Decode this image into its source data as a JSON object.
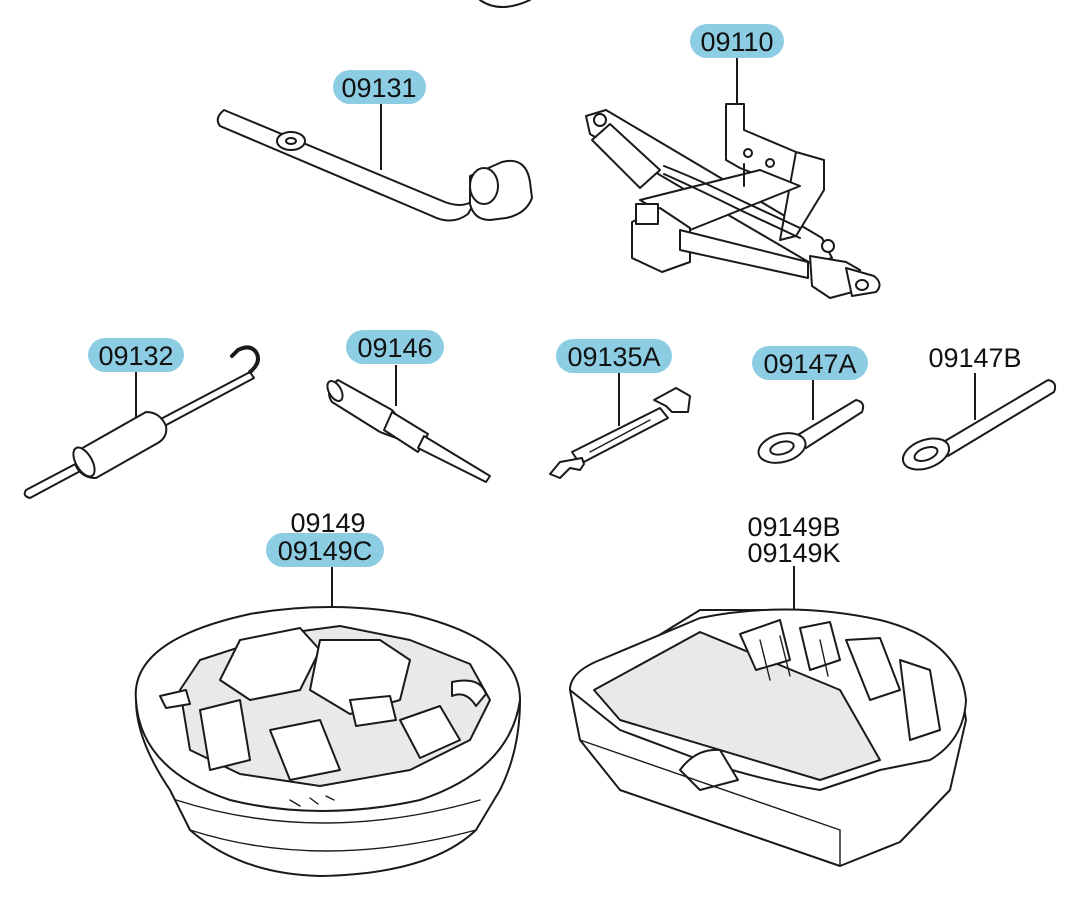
{
  "parts": {
    "p09110": {
      "label": "09110",
      "highlighted": true
    },
    "p09131": {
      "label": "09131",
      "highlighted": true
    },
    "p09132": {
      "label": "09132",
      "highlighted": true
    },
    "p09146": {
      "label": "09146",
      "highlighted": true
    },
    "p09135A": {
      "label": "09135A",
      "highlighted": true
    },
    "p09147A": {
      "label": "09147A",
      "highlighted": true
    },
    "p09147B": {
      "label": "09147B",
      "highlighted": false
    },
    "p09149": {
      "label": "09149",
      "highlighted": false
    },
    "p09149C": {
      "label": "09149C",
      "highlighted": true
    },
    "p09149B": {
      "label": "09149B",
      "highlighted": false
    },
    "p09149K": {
      "label": "09149K",
      "highlighted": false
    }
  },
  "colors": {
    "highlight": "#8ccde3",
    "line": "#1a1a1a",
    "background": "#ffffff"
  }
}
